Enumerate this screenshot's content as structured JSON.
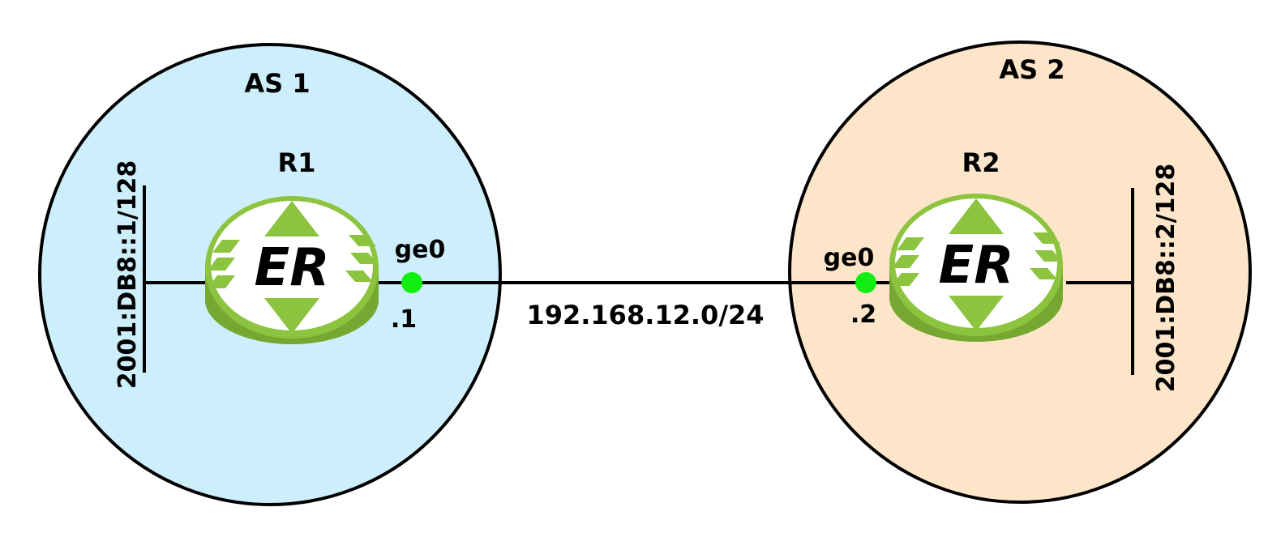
{
  "as_zones": [
    {
      "label": "AS 1",
      "fill": "#cdeefb",
      "stroke": "#000000"
    },
    {
      "label": "AS 2",
      "fill": "#fde5c9",
      "stroke": "#000000"
    }
  ],
  "routers": [
    {
      "name": "R1",
      "logo_text": "ER",
      "interface": "ge0",
      "host_octet": ".1",
      "loopback": "2001:DB8::1/128"
    },
    {
      "name": "R2",
      "logo_text": "ER",
      "interface": "ge0",
      "host_octet": ".2",
      "loopback": "2001:DB8::2/128"
    }
  ],
  "link": {
    "subnet": "192.168.12.0/24"
  },
  "colors": {
    "router_green": "#8cc43f",
    "router_green_dark": "#76a831",
    "router_face": "#ffffff",
    "interface_dot": "#11ee11",
    "line": "#000000"
  }
}
